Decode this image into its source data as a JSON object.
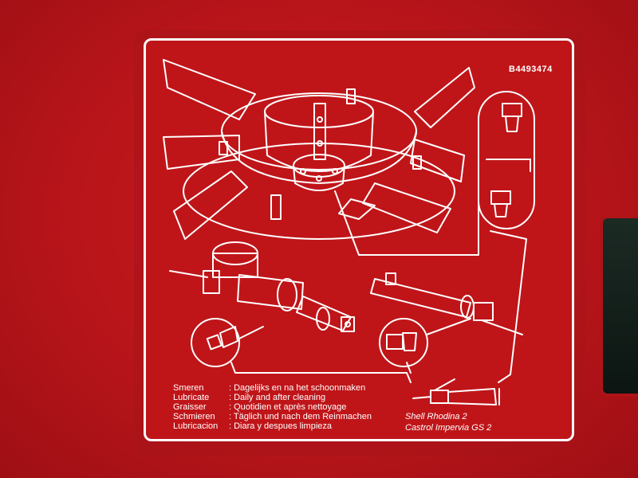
{
  "label": {
    "part_number": "B4493474",
    "instructions": [
      {
        "language": "Smeren",
        "text": ": Dagelijks en na het schoonmaken"
      },
      {
        "language": "Lubricate",
        "text": ": Daily and after cleaning"
      },
      {
        "language": "Graisser",
        "text": ": Quotidien et après nettoyage"
      },
      {
        "language": "Schmieren",
        "text": ": Täglich und nach dem Reinmachen"
      },
      {
        "language": "Lubricacion",
        "text": ": Diara y despues limpieza"
      }
    ],
    "lubricants": [
      "Shell Rhodina 2",
      "Castrol Impervia GS 2"
    ]
  },
  "colors": {
    "background_red": "#b8151a",
    "label_red": "#bf1519",
    "line_white": "#ffffff"
  },
  "icons": [
    "grease-nipple-icon",
    "grease-gun-icon",
    "rotor-blade-assembly",
    "hydraulic-cylinder"
  ]
}
